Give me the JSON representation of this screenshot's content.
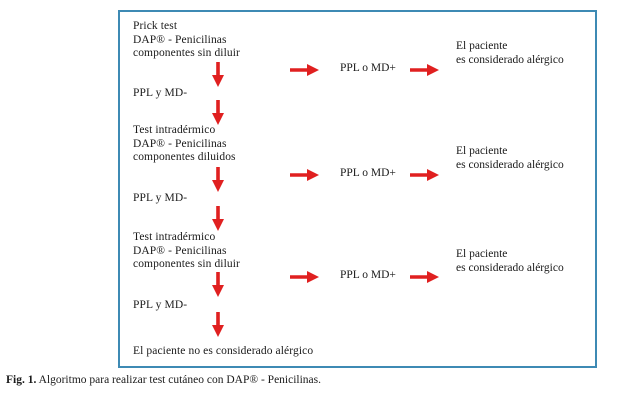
{
  "figure": {
    "border_color": "#3e8ab4",
    "arrow_color": "#e02020",
    "stages": [
      {
        "id": "prick-test",
        "lines": [
          "Prick test",
          "DAP® - Penicilinas",
          "componentes sin diluir"
        ],
        "negative_result": "PPL y MD-",
        "positive_result": "PPL o MD+",
        "outcome": [
          "El paciente",
          "es considerado alérgico"
        ]
      },
      {
        "id": "intradermal-diluted",
        "lines": [
          "Test intradérmico",
          "DAP® - Penicilinas",
          "componentes diluidos"
        ],
        "negative_result": "PPL y MD-",
        "positive_result": "PPL o MD+",
        "outcome": [
          "El paciente",
          "es considerado alérgico"
        ]
      },
      {
        "id": "intradermal-undiluted",
        "lines": [
          "Test intradérmico",
          "DAP® - Penicilinas",
          "componentes sin diluir"
        ],
        "negative_result": "PPL y MD-",
        "positive_result": "PPL o MD+",
        "outcome": [
          "El paciente",
          "es considerado alérgico"
        ]
      }
    ],
    "final_outcome": "El paciente no es considerado alérgico"
  },
  "caption": {
    "lead": "Fig. 1.",
    "text": " Algoritmo para realizar test cutáneo con DAP® - Penicilinas."
  }
}
